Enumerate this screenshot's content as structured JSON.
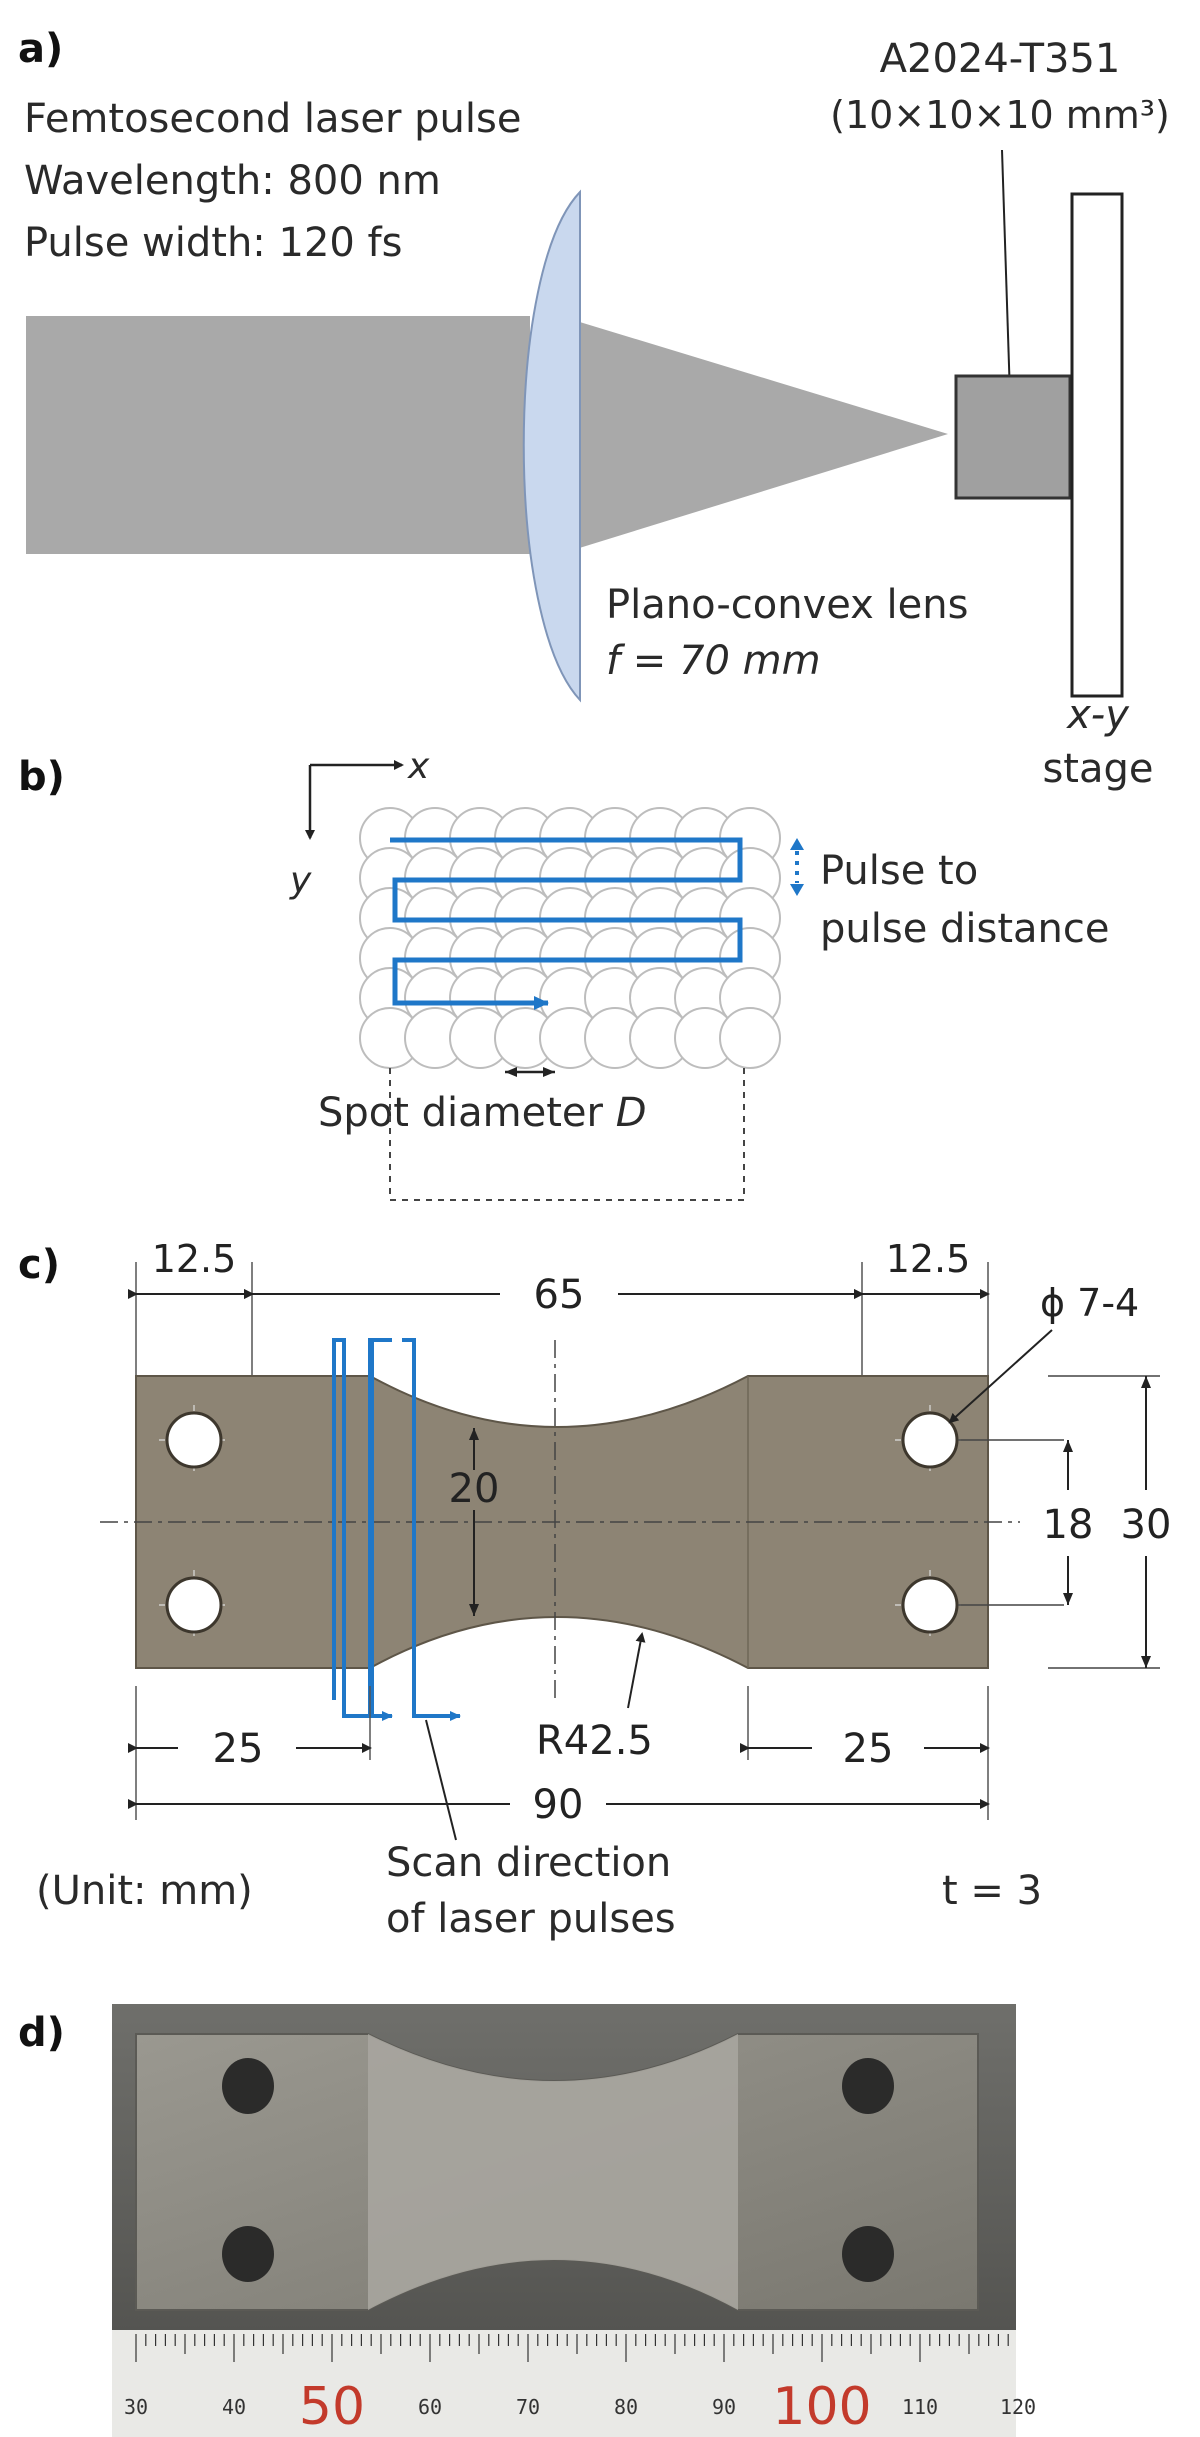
{
  "panel_a": {
    "label": "a)",
    "laser_line1": "Femtosecond laser pulse",
    "laser_line2": "Wavelength: 800 nm",
    "laser_line3": "Pulse width: 120 fs",
    "sample_name": "A2024-T351",
    "sample_dims": "(10×10×10 mm³)",
    "lens_line1": "Plano-convex lens",
    "lens_line2": "f = 70 mm",
    "stage_line1": "x-y",
    "stage_line2": "stage",
    "colors": {
      "beam": "#a9a9a9",
      "lens": "#c9d8ee",
      "sample": "#a0a0a0"
    }
  },
  "panel_b": {
    "label": "b)",
    "axis_x": "x",
    "axis_y": "y",
    "pulse_line1": "Pulse to",
    "pulse_line2": "pulse distance",
    "spot_label": "Spot diameter ",
    "spot_symbol": "D",
    "colors": {
      "scan": "#1f77c8"
    }
  },
  "panel_c": {
    "label": "c)",
    "dim_top_left": "12.5",
    "dim_top_mid": "65",
    "dim_top_right": "12.5",
    "hole_note": "ϕ 7-4",
    "dim_20": "20",
    "dim_18": "18",
    "dim_30": "30",
    "dim_radius": "R42.5",
    "dim_bottom_left": "25",
    "dim_bottom_right": "25",
    "dim_total": "90",
    "unit": "(Unit: mm)",
    "scan_line1": "Scan direction",
    "scan_line2": "of laser pulses",
    "thickness": "t = 3",
    "colors": {
      "specimen": "#8d8474",
      "scan": "#1f77c8"
    }
  },
  "panel_d": {
    "label": "d)",
    "ruler_ticks": [
      "30",
      "40",
      "50",
      "60",
      "70",
      "80",
      "90",
      "100",
      "110",
      "120"
    ]
  }
}
